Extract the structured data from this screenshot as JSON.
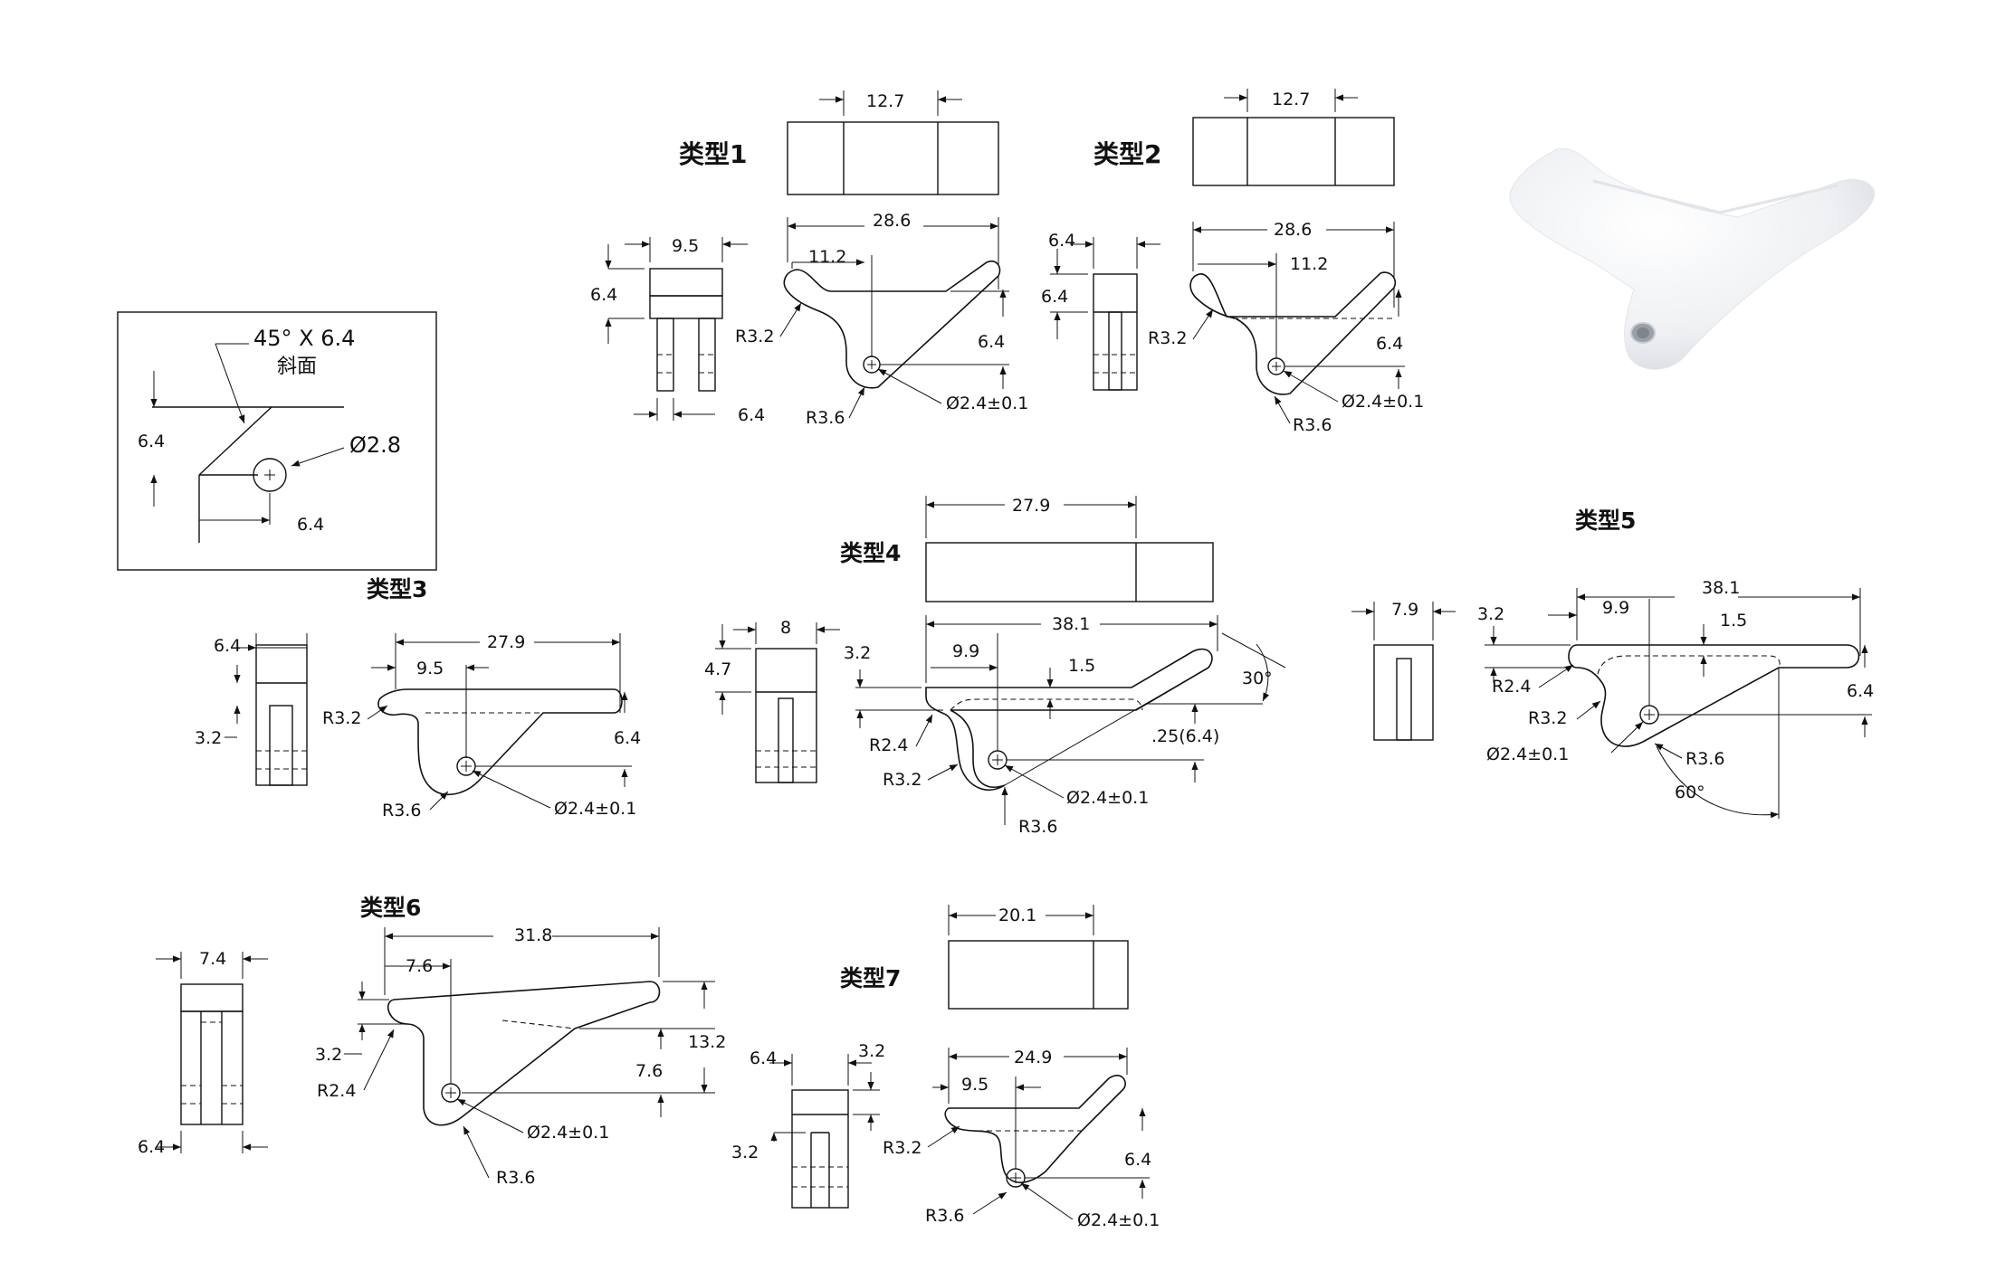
{
  "types": {
    "t1": "类型1",
    "t2": "类型2",
    "t3": "类型3",
    "t4": "类型4",
    "t5": "类型5",
    "t6": "类型6",
    "t7": "类型7"
  },
  "detail": {
    "chamfer": "45° X 6.4",
    "chamfer_note": "斜面",
    "hole": "Ø2.8",
    "d_vertical": "6.4",
    "d_horizontal": "6.4"
  },
  "type1": {
    "top_width": "12.7",
    "length": "28.6",
    "pivot": "11.2",
    "side_width": "9.5",
    "side_height": "6.4",
    "slot": "6.4",
    "r_small": "R3.2",
    "r_large": "R3.6",
    "height": "6.4",
    "hole": "Ø2.4±0.1"
  },
  "type2": {
    "top_width": "12.7",
    "length": "28.6",
    "pivot": "11.2",
    "side_width": "6.4",
    "side_height": "6.4",
    "r_small": "R3.2",
    "r_large": "R3.6",
    "height": "6.4",
    "hole": "Ø2.4±0.1"
  },
  "type3": {
    "side_width": "6.4",
    "side_slot": "3.2",
    "length": "27.9",
    "pivot": "9.5",
    "r_small": "R3.2",
    "r_large": "R3.6",
    "height": "6.4",
    "hole": "Ø2.4±0.1"
  },
  "type4": {
    "top_width": "27.9",
    "length": "38.1",
    "side_width": "8",
    "side_height": "4.7",
    "lip": "3.2",
    "pivot": "9.9",
    "step": "1.5",
    "angle": "30°",
    "height": ".25(6.4)",
    "r_edge": "R2.4",
    "r_small": "R3.2",
    "r_large": "R3.6",
    "hole": "Ø2.4±0.1"
  },
  "type5": {
    "side_width": "7.9",
    "lip": "3.2",
    "length": "38.1",
    "pivot": "9.9",
    "step": "1.5",
    "height": "6.4",
    "r_edge": "R2.4",
    "r_small": "R3.2",
    "r_large": "R3.6",
    "hole": "Ø2.4±0.1",
    "angle": "60°"
  },
  "type6": {
    "side_width": "7.4",
    "side_base": "6.4",
    "length": "31.8",
    "pivot": "7.6",
    "lip": "3.2",
    "r_edge": "R2.4",
    "total_height": "13.2",
    "height": "7.6",
    "hole": "Ø2.4±0.1",
    "r_large": "R3.6"
  },
  "type7": {
    "top_width": "20.1",
    "side_width": "6.4",
    "side_right": "3.2",
    "side_slot": "3.2",
    "length": "24.9",
    "pivot": "9.5",
    "r_small": "R3.2",
    "height": "6.4",
    "r_large": "R3.6",
    "hole": "Ø2.4±0.1"
  },
  "photo": {
    "label": "white plastic arm part"
  },
  "colors": {
    "ink": "#111111",
    "paper": "#ffffff",
    "part": "#f4f5f7"
  }
}
